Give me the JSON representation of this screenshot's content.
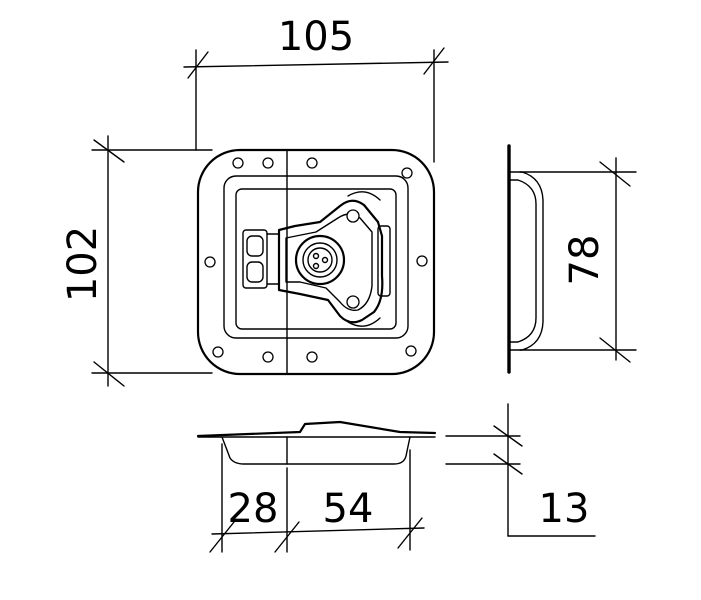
{
  "drawing": {
    "dimensions": {
      "overall_width": "105",
      "overall_height": "102",
      "side_recess_height": "78",
      "depth": "13",
      "bottom_left": "28",
      "bottom_right": "54"
    }
  }
}
